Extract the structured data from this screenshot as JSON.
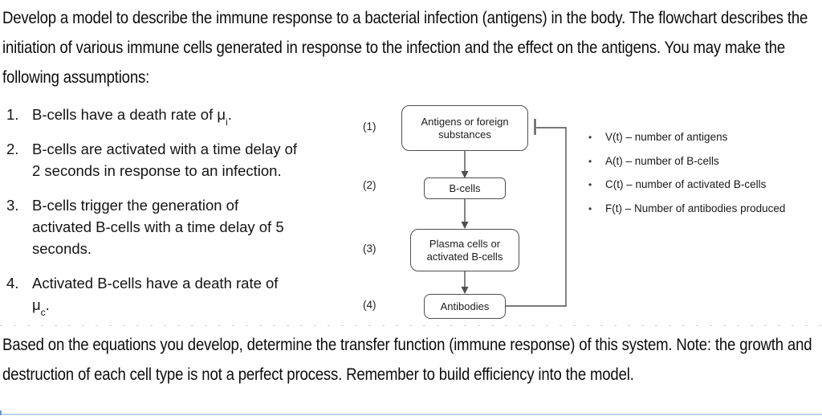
{
  "page": {
    "intro": "Develop a model to describe the immune response to a bacterial infection (antigens) in the body. The flowchart describes the initiation of various immune cells generated in response to the infection and the effect on the antigens. You may make the following assumptions:",
    "conclusion": "Based on the equations you develop, determine the transfer function (immune response) of this system. Note: the growth and destruction of each cell type is not a perfect process. Remember to build efficiency into the model."
  },
  "assumptions": [
    {
      "num": "1.",
      "lines": [
        {
          "pre": "B-cells have a death rate of μ",
          "sub": "i",
          "post": "."
        }
      ]
    },
    {
      "num": "2.",
      "lines": [
        {
          "t": "B-cells are activated with a time delay of"
        },
        {
          "t": "2 seconds in response to an infection."
        }
      ]
    },
    {
      "num": "3.",
      "lines": [
        {
          "t": "B-cells trigger the generation of"
        },
        {
          "t": "activated B-cells with a time delay of 5"
        },
        {
          "t": "seconds."
        }
      ]
    },
    {
      "num": "4.",
      "lines": [
        {
          "t": "Activated B-cells have a death rate of"
        },
        {
          "pre": "μ",
          "sub": "c",
          "post": "."
        }
      ]
    }
  ],
  "flowchart": {
    "steps": [
      {
        "num": "(1)",
        "label": "Antigens or foreign substances"
      },
      {
        "num": "(2)",
        "label": "B-cells"
      },
      {
        "num": "(3)",
        "label": "Plasma cells or activated B-cells"
      },
      {
        "num": "(4)",
        "label": "Antibodies"
      }
    ],
    "feedback_type": "inhibition-loop-from-antibodies-to-antigens"
  },
  "variables": {
    "bullet": "•",
    "items": [
      {
        "text": "V(t) – number of antigens"
      },
      {
        "text": "A(t) – number of B-cells"
      },
      {
        "text": "C(t) – number of activated B-cells"
      },
      {
        "text": "F(t) – Number of antibodies produced"
      }
    ]
  },
  "colors": {
    "text": "#111111",
    "box_border": "#4f4f4f",
    "connector": "#4f4f4f",
    "separator_dots": "#c6c6c6",
    "bottom_line": "#b8d4ee",
    "bottom_tick": "#6b99cc"
  }
}
